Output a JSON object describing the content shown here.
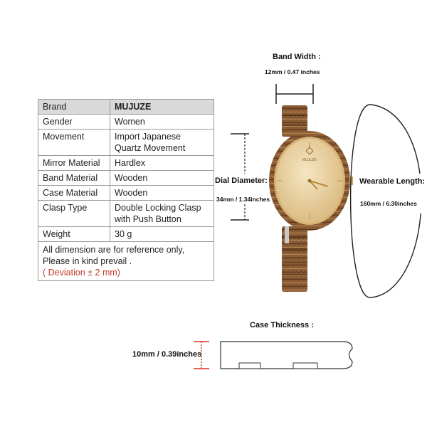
{
  "specs": {
    "rows": [
      {
        "key": "Brand",
        "value": "MUJUZE"
      },
      {
        "key": "Gender",
        "value": "Women"
      },
      {
        "key": "Movement",
        "value": "Import Japanese Quartz Movement"
      },
      {
        "key": "Mirror Material",
        "value": "Hardlex"
      },
      {
        "key": "Band Material",
        "value": "Wooden"
      },
      {
        "key": "Case Material",
        "value": "Wooden"
      },
      {
        "key": "Clasp Type",
        "value": "Double Locking Clasp with Push Button"
      },
      {
        "key": "Weight",
        "value": "30 g"
      }
    ],
    "note": "All dimension are for reference only, Please in kind prevail .",
    "deviation": "( Deviation ± 2 mm)"
  },
  "dimensions": {
    "band_width": {
      "label": "Band Width :",
      "value": "12mm / 0.47 inches"
    },
    "dial_diameter": {
      "label": "Dial Diameter:",
      "value": "34mm / 1.34inches"
    },
    "wearable_length": {
      "label": "Wearable Length:",
      "value": "160mm / 6.30inches"
    },
    "case_thickness": {
      "label": "Case Thickness :",
      "value": "10mm / 0.39inches"
    }
  },
  "watch": {
    "dial_brand": "MUJUZE"
  },
  "colors": {
    "measure_red": "#e0301e",
    "wood_dark": "#6b4324",
    "wood_light": "#b8915e",
    "dial_gold": "#e8cf9a"
  }
}
